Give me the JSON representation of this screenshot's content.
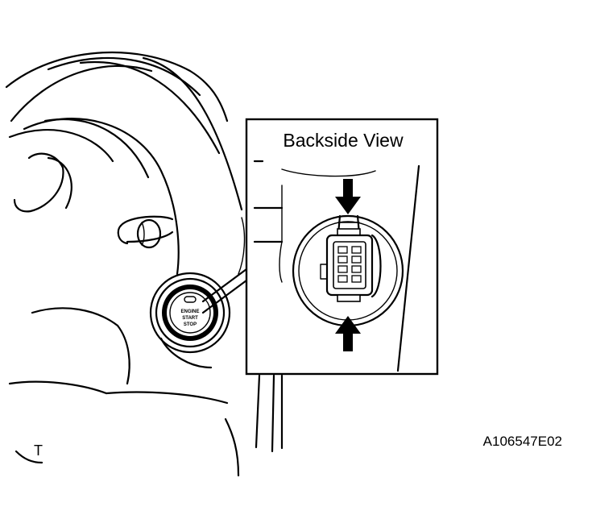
{
  "inset": {
    "title": "Backside View"
  },
  "button": {
    "line1": "ENGINE",
    "line2": "START",
    "line3": "STOP"
  },
  "corner_label": "T",
  "figure_code": "A106547E02",
  "colors": {
    "ink": "#000000",
    "paper": "#ffffff"
  }
}
